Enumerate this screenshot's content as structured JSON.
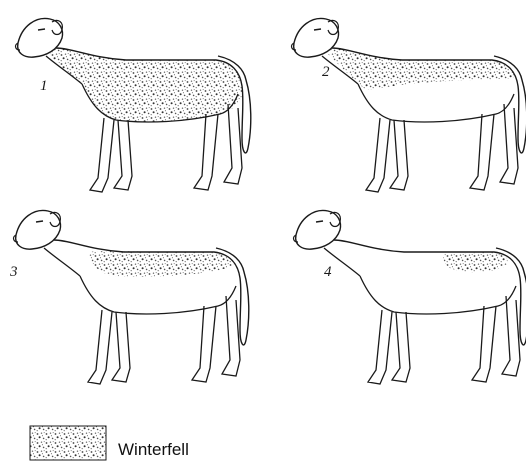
{
  "colors": {
    "outline": "#1a1a1a",
    "fleece_speckle": "#555555",
    "background": "#ffffff"
  },
  "panels": [
    {
      "number": "1",
      "coverage": "full body and neck"
    },
    {
      "number": "2",
      "coverage": "neck and upper body"
    },
    {
      "number": "3",
      "coverage": "back"
    },
    {
      "number": "4",
      "coverage": "rump patch"
    }
  ],
  "legend": {
    "label": "Winterfell"
  }
}
